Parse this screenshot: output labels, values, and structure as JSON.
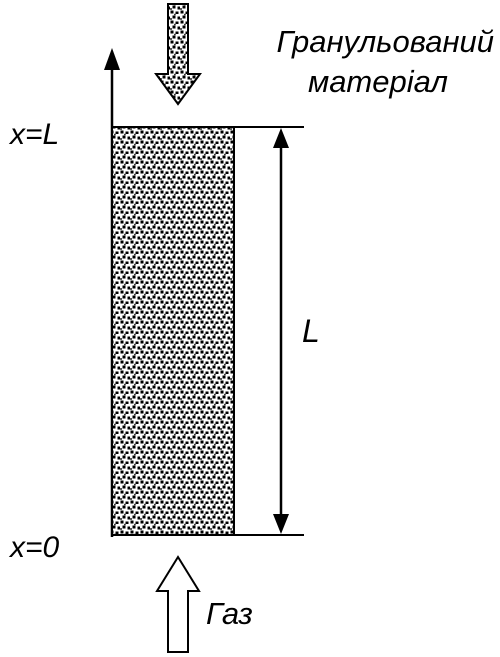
{
  "labels": {
    "material_line1": "Гранульований",
    "material_line2": "матеріал",
    "top_coordinate": "x=L",
    "bottom_coordinate": "x=0",
    "height": "L",
    "gas": "Газ"
  }
}
